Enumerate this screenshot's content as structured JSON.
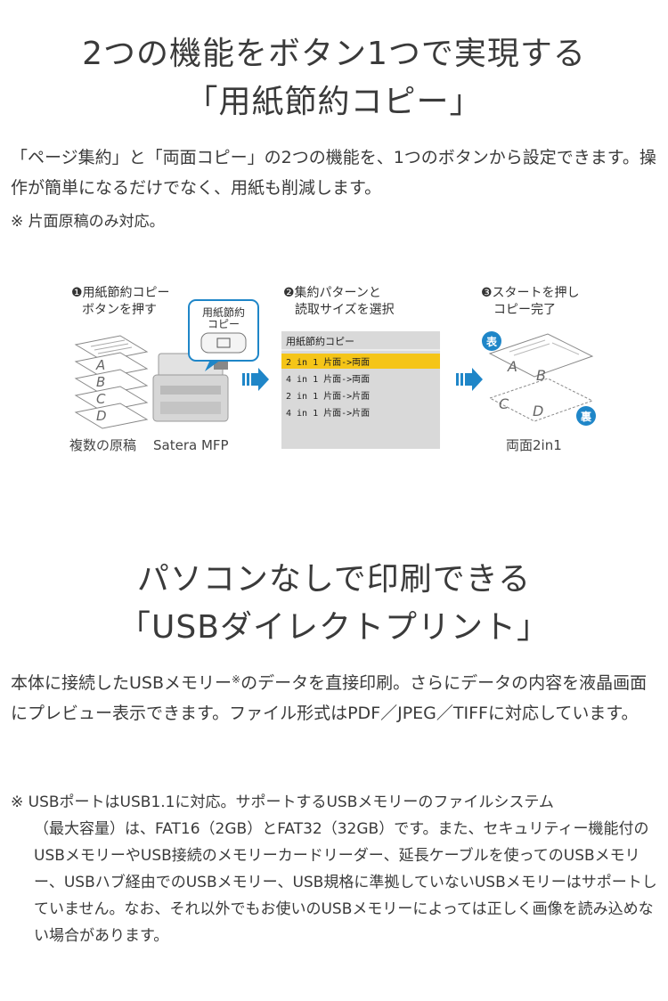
{
  "section1": {
    "title_line1": "2つの機能をボタン1つで実現する",
    "title_line2": "「用紙節約コピー」",
    "description": "「ページ集約」と「両面コピー」の2つの機能を、1つのボタンから設定できます。操作が簡単になるだけでなく、用紙も削減します。",
    "note": "※ 片面原稿のみ対応。",
    "diagram": {
      "step1_line1": "❶用紙節約コピー",
      "step1_line2": "ボタンを押す",
      "button_callout_line1": "用紙節約",
      "button_callout_line2": "コピー",
      "originals_label": "複数の原稿",
      "printer_label": "Satera MFP",
      "originals_letters": [
        "A",
        "B",
        "C",
        "D"
      ],
      "step2_line1": "❷集約パターンと",
      "step2_line2": "読取サイズを選択",
      "menu_title": "用紙節約コピー",
      "menu_items": [
        "2 in 1 片面->両面",
        "4 in 1 片面->両面",
        "2 in 1 片面->片面",
        "4 in 1 片面->片面"
      ],
      "menu_selected_index": 0,
      "step3_line1": "❸スタートを押し",
      "step3_line2": "コピー完了",
      "front_badge": "表",
      "back_badge": "裏",
      "result_label": "両面2in1",
      "accent_color": "#1f86c8",
      "highlight_color": "#f5c518"
    }
  },
  "section2": {
    "title_line1": "パソコンなしで印刷できる",
    "title_line2": "「USBダイレクトプリント」",
    "desc_part1": "本体に接続したUSBメモリー",
    "desc_sup": "※",
    "desc_part2": "のデータを直接印刷。さらにデータの内容を液晶画面にプレビュー表示できます。ファイル形式はPDF／JPEG／TIFFに対応しています。",
    "note_lead": "※ USBポートはUSB1.1に対応。サポートするUSBメモリーのファイルシステム",
    "note_body": "（最大容量）は、FAT16（2GB）とFAT32（32GB）です。また、セキュリティー機能付のUSBメモリーやUSB接続のメモリーカードリーダー、延長ケーブルを使ってのUSBメモリー、USBハブ経由でのUSBメモリー、USB規格に準拠していないUSBメモリーはサポートしていません。なお、それ以外でもお使いのUSBメモリーによっては正しく画像を読み込めない場合があります。"
  }
}
